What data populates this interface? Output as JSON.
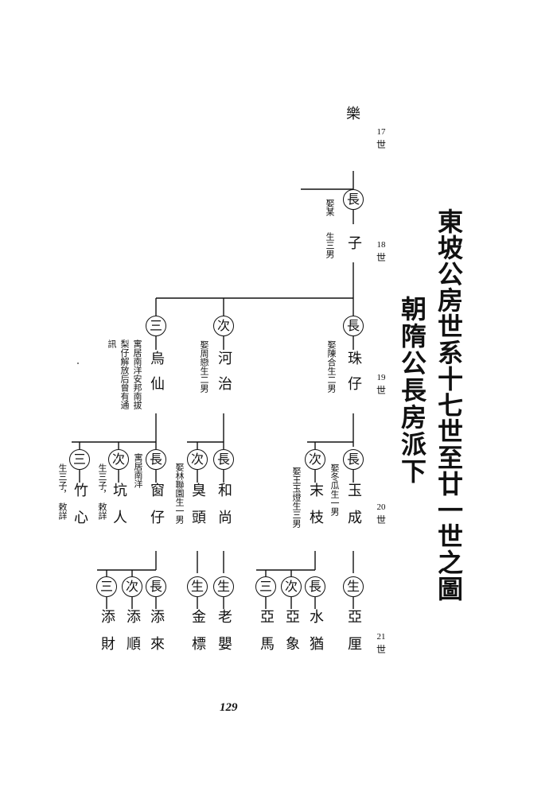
{
  "page": {
    "title": "東坡公房世系十七世至廿一世之圖",
    "subtitle": "朝隋公長房派下",
    "page_number": "129"
  },
  "generations": [
    {
      "num": "17",
      "label": "世"
    },
    {
      "num": "18",
      "label": "世"
    },
    {
      "num": "19",
      "label": "世"
    },
    {
      "num": "20",
      "label": "世"
    },
    {
      "num": "21",
      "label": "世"
    }
  ],
  "g17": {
    "name": "樂"
  },
  "g18": {
    "rank": "長",
    "name": "子",
    "note1": "娶某",
    "note2": "生三男"
  },
  "g19": [
    {
      "rank": "長",
      "name": "珠仔",
      "note": "娶陳合生二男"
    },
    {
      "rank": "次",
      "name": "河治",
      "note": "娶周戀生二男"
    },
    {
      "rank": "三",
      "name": "烏仙",
      "note1": "寓居南洋安邦南拔",
      "note2": "梨仔解放后曾有通",
      "note3": "訊"
    }
  ],
  "g20": [
    {
      "rank": "長",
      "name": "玉成",
      "note": "娶冬瓜生一男"
    },
    {
      "rank": "次",
      "name": "末枝",
      "note": "娶王玉燈生三男"
    },
    {
      "rank": "長",
      "name": "和尚",
      "note": ""
    },
    {
      "rank": "次",
      "name": "臭頭",
      "note": "娶林聯園生一男"
    },
    {
      "rank": "長",
      "name": "窗仔",
      "note": "寓居南洋"
    },
    {
      "rank": "次",
      "name": "坑人",
      "note1": "生三子，",
      "note2": "敕詳"
    },
    {
      "rank": "三",
      "name": "竹心",
      "note1": "生三子，",
      "note2": "敕詳"
    }
  ],
  "g21": [
    {
      "rank": "生",
      "name": "亞厘"
    },
    {
      "rank": "長",
      "name": "水猶"
    },
    {
      "rank": "次",
      "name": "亞象"
    },
    {
      "rank": "三",
      "name": "亞馬"
    },
    {
      "rank": "生",
      "name": "老嬰"
    },
    {
      "rank": "生",
      "name": "金標"
    },
    {
      "rank": "長",
      "name": "添來"
    },
    {
      "rank": "次",
      "name": "添順"
    },
    {
      "rank": "三",
      "name": "添財"
    }
  ]
}
